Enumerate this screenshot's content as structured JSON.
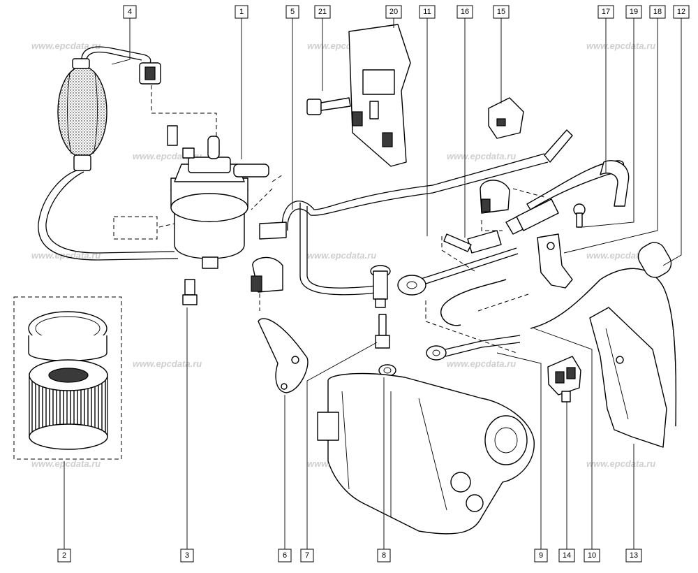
{
  "watermark": "www.epcdata.ru",
  "callouts": {
    "c1": "1",
    "c2": "2",
    "c3": "3",
    "c4": "4",
    "c5": "5",
    "c6": "6",
    "c7": "7",
    "c8": "8",
    "c9": "9",
    "c10": "10",
    "c11": "11",
    "c12": "12",
    "c13": "13",
    "c14": "14",
    "c15": "15",
    "c16": "16",
    "c17": "17",
    "c18": "18",
    "c19": "19",
    "c20": "20",
    "c21": "21"
  }
}
